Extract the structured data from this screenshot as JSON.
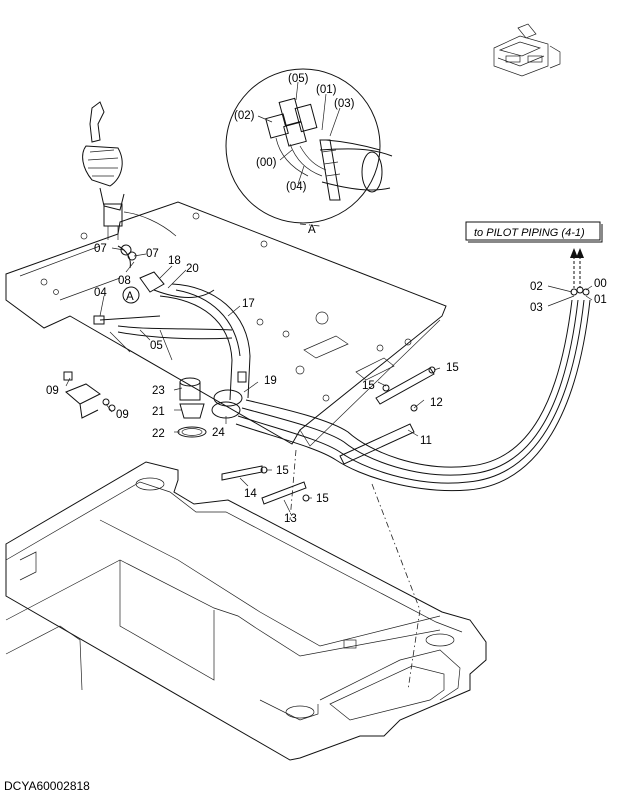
{
  "drawing_code": "DCYA60002818",
  "pilot_label": "to PILOT PIPING (4-1)",
  "detail_label": "A",
  "callout_A": "A",
  "detail_parts": {
    "p05": "(05)",
    "p01": "(01)",
    "p03": "(03)",
    "p02": "(02)",
    "p00": "(00)",
    "p04": "(04)"
  },
  "parts": {
    "p07a": "07",
    "p07b": "07",
    "p08": "08",
    "p18": "18",
    "p20": "20",
    "p04": "04",
    "p17": "17",
    "p05": "05",
    "p09a": "09",
    "p09b": "09",
    "p23": "23",
    "p19": "19",
    "p21": "21",
    "p22": "22",
    "p24": "24",
    "p15a": "15",
    "p15b": "15",
    "p15c": "15",
    "p15d": "15",
    "p12": "12",
    "p11": "11",
    "p14": "14",
    "p13": "13",
    "p02": "02",
    "p00": "00",
    "p03": "03",
    "p01": "01"
  }
}
